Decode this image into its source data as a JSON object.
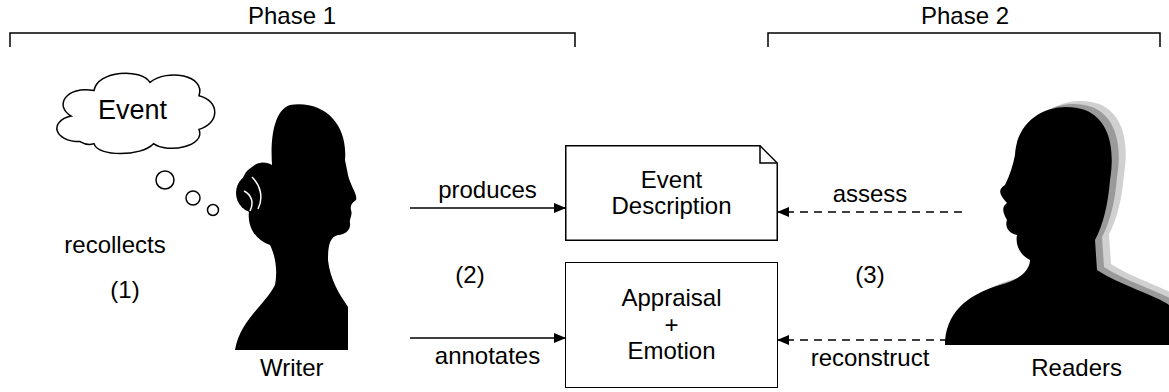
{
  "diagram": {
    "nodes": [
      {
        "text": [
          "Event"
        ]
      },
      {
        "text": [
          "Writer"
        ]
      },
      {
        "text": [
          "Event Description"
        ]
      },
      {
        "text": [
          "Appraisal + Emotion"
        ]
      },
      {
        "text": [
          "Readers"
        ]
      }
    ],
    "edges": [
      {
        "from": 1,
        "to": 2,
        "arrow": "to",
        "label": "produces"
      },
      {
        "from": 1,
        "to": 3,
        "arrow": "to",
        "label": "annotates"
      },
      {
        "from": 4,
        "to": 2,
        "arrow": "to",
        "label": "assess"
      },
      {
        "from": 4,
        "to": 3,
        "arrow": "to",
        "label": "reconstruct"
      }
    ],
    "labels": [
      "Phase 1",
      "Phase 2",
      "recollects",
      "(1)",
      "(2)",
      "(3)"
    ]
  }
}
